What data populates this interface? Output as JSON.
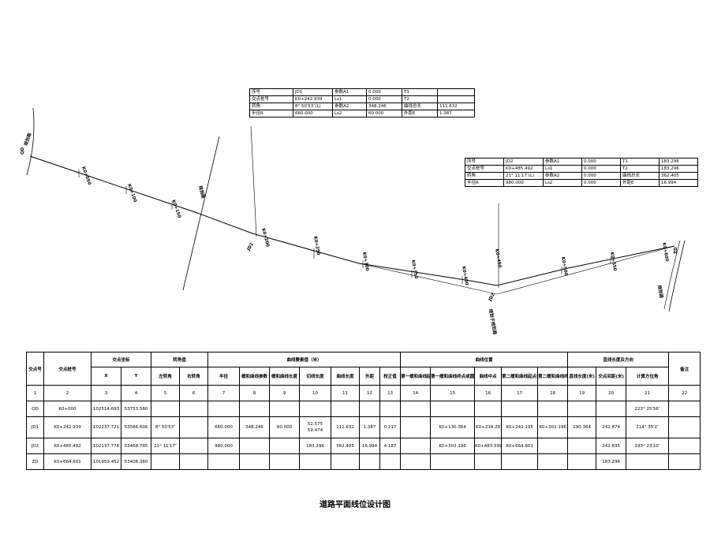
{
  "title": "道路平面线位设计图",
  "jd1_box": {
    "rows": [
      [
        "序号",
        "JD1",
        "参数A1",
        "0.000",
        "T1",
        ""
      ],
      [
        "交点桩号",
        "K0+242.939",
        "Ls1",
        "0.000",
        "T2",
        ""
      ],
      [
        "转角",
        "8° 50′53″(L)",
        "参数A2",
        "348.246",
        "曲线总长",
        "111.632"
      ],
      [
        "半径R",
        "660.000",
        "Ls2",
        "60.000",
        "外距E",
        "1.387"
      ]
    ]
  },
  "jd2_box": {
    "rows": [
      [
        "序号",
        "JD2",
        "参数A1",
        "0.000",
        "T1",
        "183.296"
      ],
      [
        "交点桩号",
        "K0+485.492",
        "Ls1",
        "0.000",
        "T2",
        "183.296"
      ],
      [
        "转角",
        "21° 11′17″(L)",
        "参数A2",
        "0.000",
        "曲线总长",
        "362.405"
      ],
      [
        "半径R",
        "980.000",
        "Ls2",
        "0.000",
        "外距E",
        "16.994"
      ]
    ]
  },
  "drawing_labels": {
    "qd": "QD",
    "zd": "ZD",
    "jd1": "JD1",
    "jd2": "JD2",
    "left_road": "规划路",
    "mid_road": "规划路",
    "right_road": "规划路",
    "right_road2": "规划子规划路",
    "stations": [
      "K0+050",
      "K0+100",
      "K0+150",
      "K0+200",
      "K0+250",
      "K0+300",
      "K0+350",
      "K0+400",
      "K0+450",
      "K0+500",
      "K0+550",
      "K0+600"
    ]
  },
  "table": {
    "header1": {
      "col_jd": "交点号",
      "col_station": "交点桩号",
      "coord": "交点坐标",
      "angle": "转角值",
      "curve": "曲线要素值（米）",
      "curve_pos": "曲线位置",
      "line_len": "直线长度及方向",
      "remark": "备注"
    },
    "header2": [
      "X",
      "Y",
      "左转角",
      "右转角",
      "半径",
      "缓和曲线参数",
      "缓和曲线长度",
      "切线长度",
      "曲线长度",
      "外距",
      "校正值",
      "第一缓和曲线起点",
      "第一缓和曲线终点或圆曲线起点",
      "曲线中点",
      "第二缓和曲线起点或圆曲线终点",
      "第二缓和曲线终点",
      "直线长度(米)",
      "交点间距(米)",
      "计算方位角"
    ],
    "numbers": [
      "1",
      "2",
      "3",
      "4",
      "5",
      "6",
      "7",
      "8",
      "9",
      "10",
      "11",
      "12",
      "13",
      "14",
      "15",
      "16",
      "17",
      "18",
      "19",
      "20",
      "21",
      "22"
    ],
    "rows": [
      [
        "QD",
        "K0+000",
        "102514.693",
        "53753.580",
        "",
        "",
        "",
        "",
        "",
        "",
        "",
        "",
        "",
        "",
        "",
        "",
        "",
        "",
        "",
        "",
        "223° 25′56″",
        ""
      ],
      [
        "JD1",
        "K0+242.939",
        "102237.721",
        "53586.606",
        "8° 50′53″",
        "",
        "660.000",
        "348.246",
        "60.000",
        "52.575\n59.474",
        "111.632",
        "1.387",
        "0.217",
        "",
        "K0+130.364",
        "K0+216.28",
        "K0+242.195",
        "K0+302.196",
        "190.364",
        "242.874",
        "214° 35′2″",
        ""
      ],
      [
        "JD2",
        "K0+485.492",
        "102137.778",
        "53468.795",
        "21° 11′17″",
        "",
        "980.000",
        "",
        "",
        "183.296",
        "362.405",
        "16.994",
        "4.187",
        "",
        "K0+302.196",
        "K0+483.399",
        "K0+664.601",
        "",
        "",
        "242.835",
        "193° 23′10″",
        ""
      ],
      [
        "ZD",
        "K0+664.601",
        "101959.452",
        "53406.360",
        "",
        "",
        "",
        "",
        "",
        "",
        "",
        "",
        "",
        "",
        "",
        "",
        "",
        "",
        "",
        "183.296",
        "",
        ""
      ]
    ]
  }
}
